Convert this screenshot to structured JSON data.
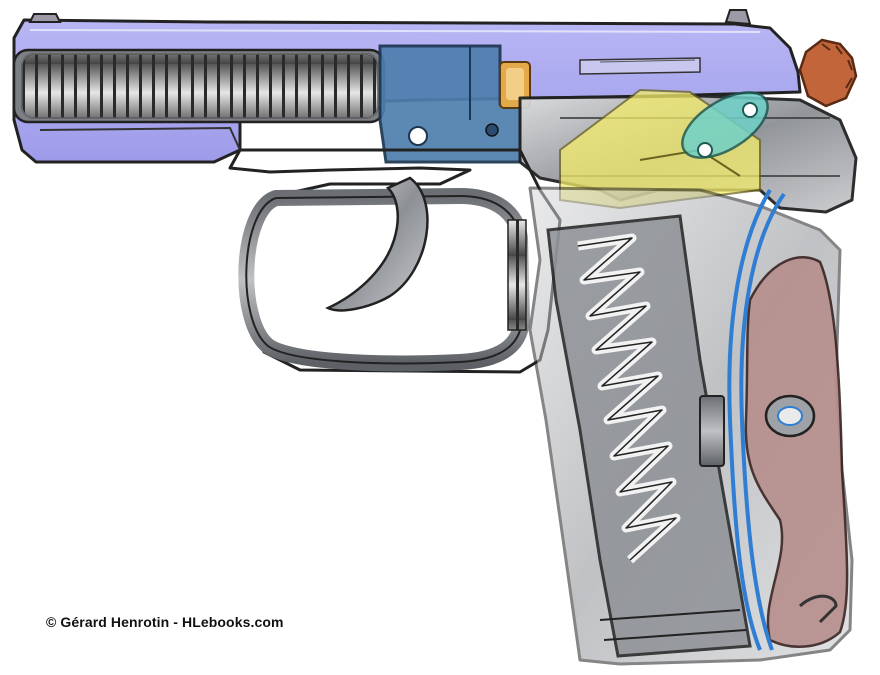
{
  "credit": "© Gérard Henrotin - HLebooks.com",
  "colors": {
    "slide": "#a9a7ef",
    "frame_metal": "#9b9ea3",
    "breech_block": "#4f7fae",
    "trigger_mechanism": "#f4ec6a",
    "cam_part": "#6fd1c9",
    "hammer_spur": "#c2653b",
    "grip_panel": "#b68f8c",
    "mainspring_wire": "#2f7ed3",
    "cartridge": "#e3a94a",
    "outline": "#222222"
  },
  "parts": [
    "slide",
    "barrel-spring",
    "breech-block",
    "cartridge",
    "front-sight",
    "rear-sight",
    "hammer",
    "sear-assembly",
    "trigger",
    "trigger-guard",
    "magazine",
    "magazine-spring",
    "grip-panel",
    "mainspring",
    "magazine-catch",
    "grip-screw"
  ]
}
